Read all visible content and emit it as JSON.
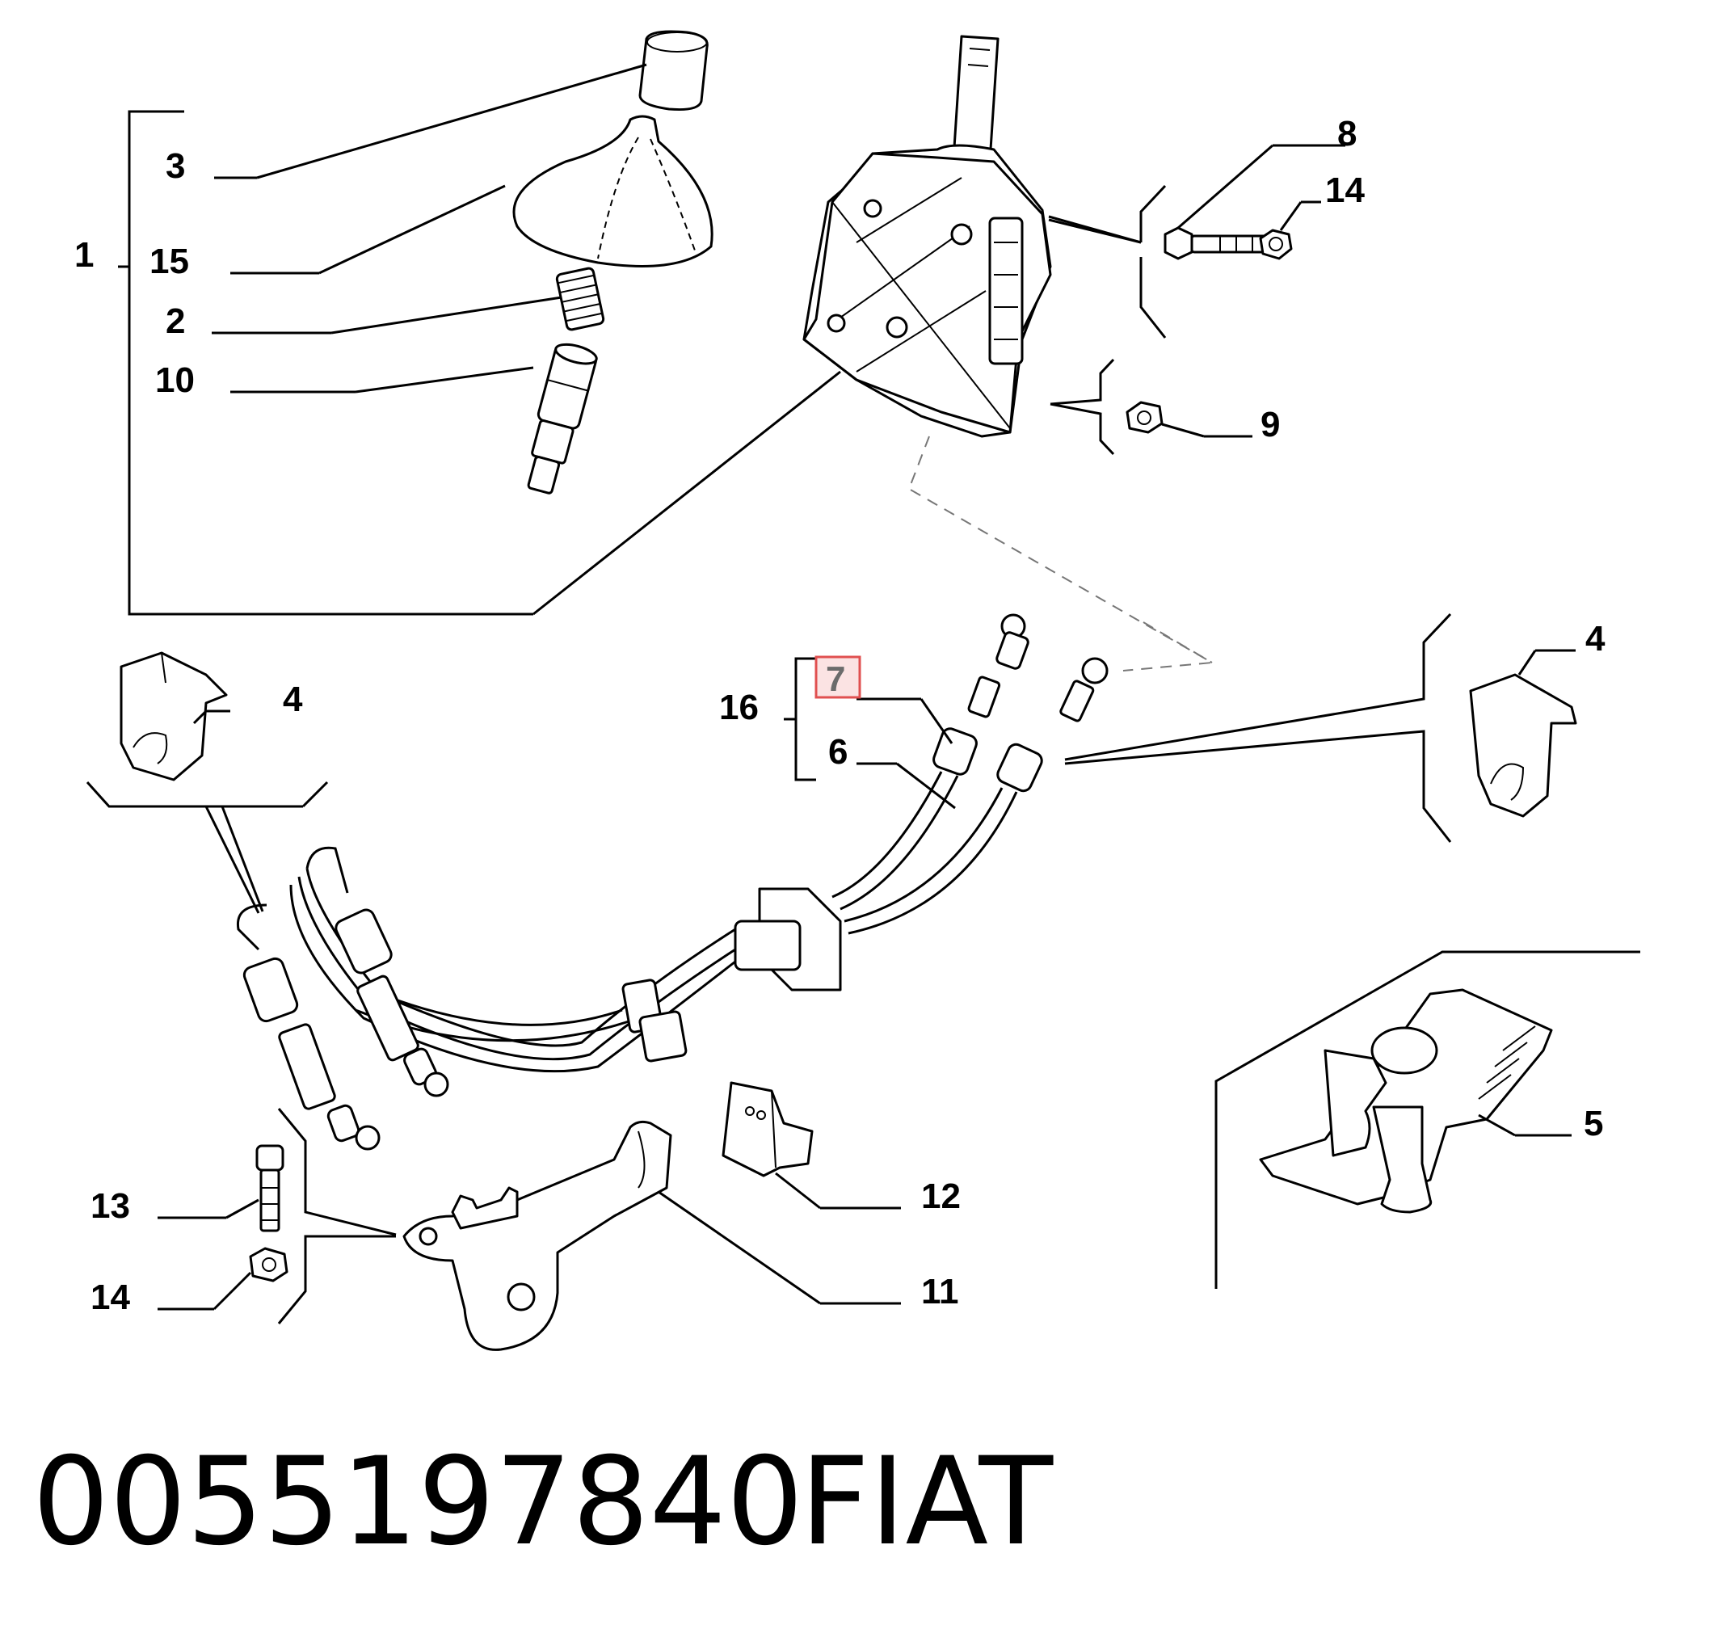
{
  "callouts": {
    "c1": "1",
    "c2": "2",
    "c3": "3",
    "c4a": "4",
    "c4b": "4",
    "c5": "5",
    "c6": "6",
    "c7": "7",
    "c8": "8",
    "c9": "9",
    "c10": "10",
    "c11": "11",
    "c12": "12",
    "c13": "13",
    "c14a": "14",
    "c14b": "14",
    "c15": "15",
    "c16": "16"
  },
  "highlight": {
    "callout": "7",
    "border_color": "#e05050",
    "fill_color": "#fbe3e3"
  },
  "footer": {
    "part_number": "0055197840",
    "brand": "FIAT"
  }
}
